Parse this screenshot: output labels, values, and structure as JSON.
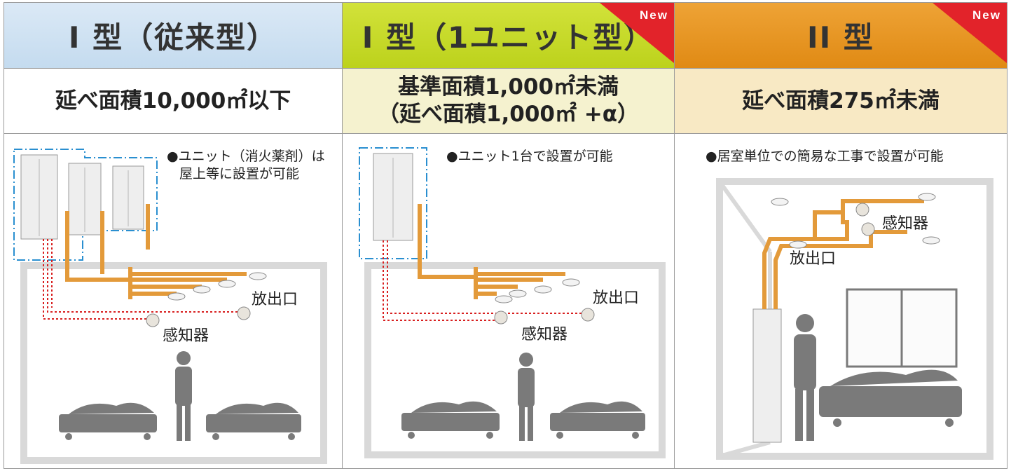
{
  "columns": [
    {
      "title": "I 型（従来型）",
      "subtitle_lines": [
        "延べ面積10,000㎡以下"
      ],
      "header_color": "#cfe2f3",
      "subtitle_color": "#ffffff",
      "new_badge": "",
      "note_lines": [
        "●ユニット（消火薬剤）は",
        "屋上等に設置が可能"
      ],
      "label_outlet": "放出口",
      "label_sensor": "感知器"
    },
    {
      "title": "I 型（1ユニット型）",
      "subtitle_lines": [
        "基準面積1,000㎡未満",
        "（延べ面積1,000㎡ +α）"
      ],
      "header_color": "#c8dc28",
      "subtitle_color": "#f5f2cf",
      "new_badge": "New",
      "note_lines": [
        "●ユニット1台で設置が可能"
      ],
      "label_outlet": "放出口",
      "label_sensor": "感知器"
    },
    {
      "title": "II 型",
      "subtitle_lines": [
        "延べ面積275㎡未満"
      ],
      "header_color": "#e8961e",
      "subtitle_color": "#f8e9c4",
      "new_badge": "New",
      "note_lines": [
        "●居室単位での簡易な工事で設置が可能"
      ],
      "label_outlet": "放出口",
      "label_sensor": "感知器"
    }
  ],
  "colors": {
    "pipe": "#e39a3a",
    "sensor_line": "#d82020",
    "unit_frame": "#2a8fd0",
    "room_wall": "#d9d9d9",
    "silhouette": "#7a7a7a",
    "new_badge": "#e2232a"
  }
}
